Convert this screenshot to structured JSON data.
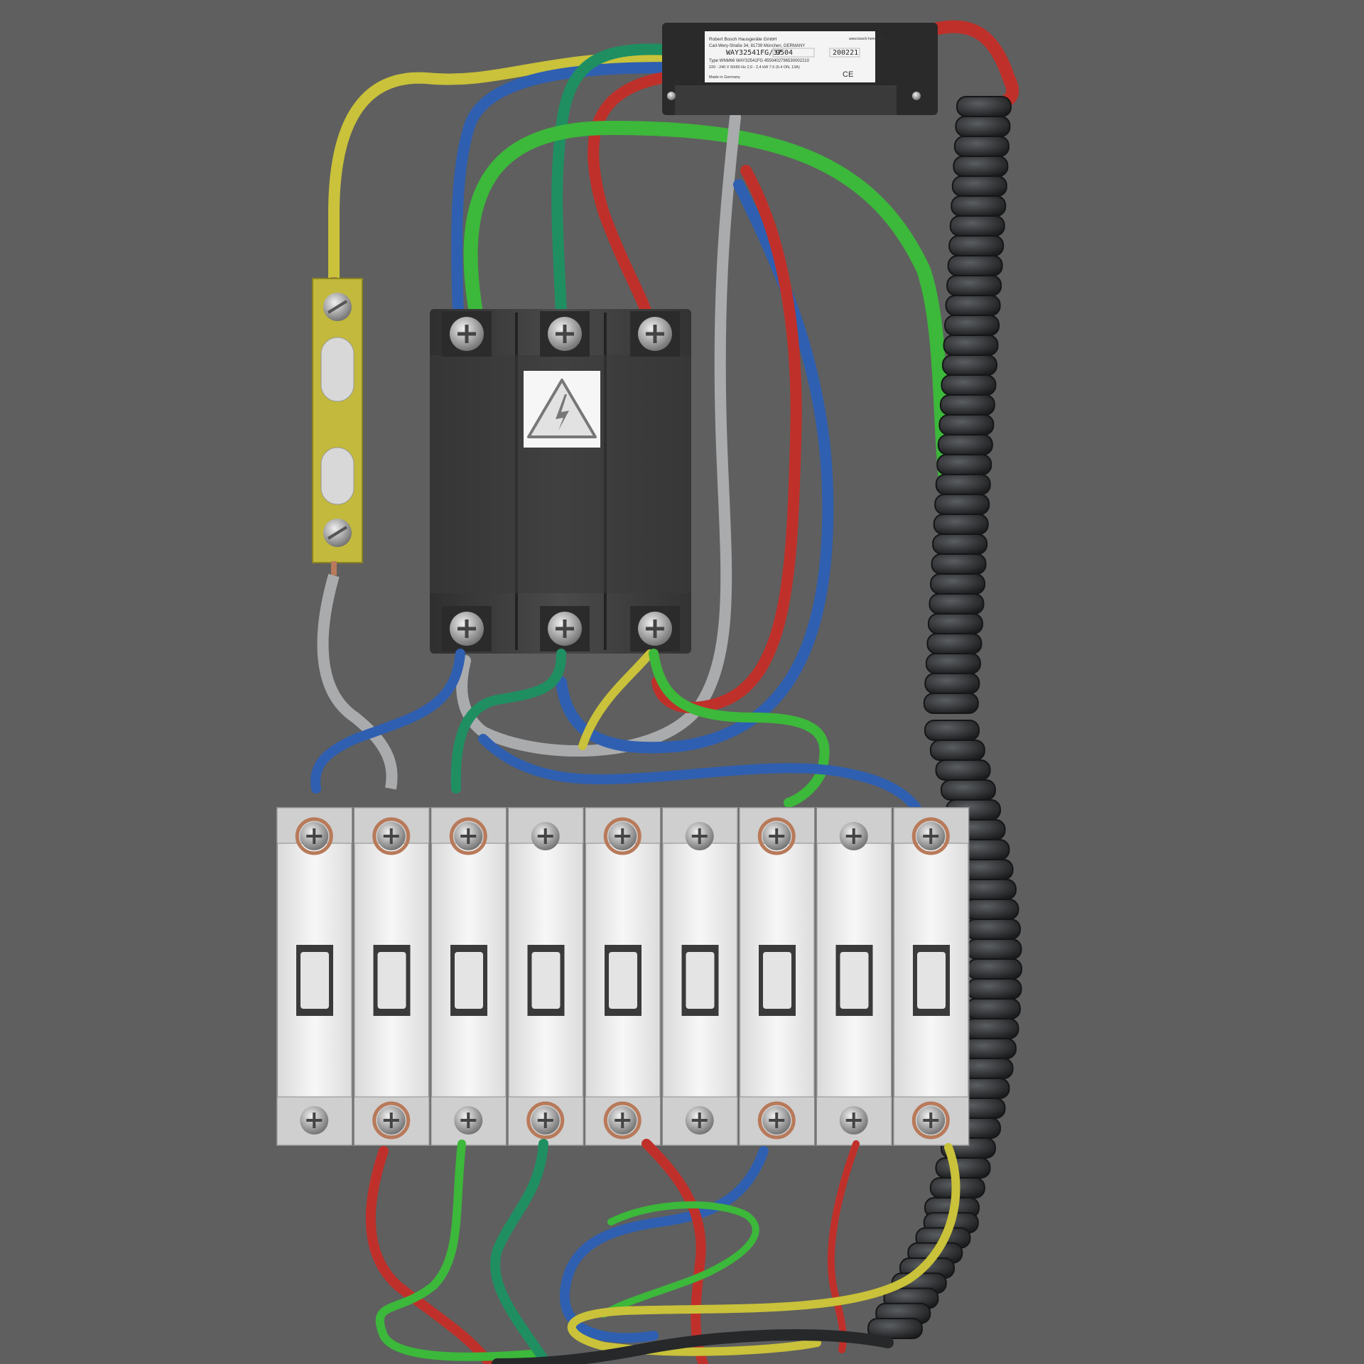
{
  "colors": {
    "background": "#5f5f5f",
    "wire_red": "#c0302a",
    "wire_blue": "#2f5fb0",
    "wire_green": "#3cb83a",
    "wire_teal": "#1f8f62",
    "wire_yellow": "#c9c23a",
    "wire_grey": "#a9abad",
    "breaker_body": "#f0f0f0",
    "contactor_body": "#3d3d3d",
    "conduit": "#2b2d2f",
    "terminal_block": "#c3b93c"
  },
  "rating_label": {
    "manufacturer": "Robert Bosch Hausgeräte GmbH",
    "address": "Carl-Wery-Straße 34, 81739 München, GERMANY",
    "website": "www.bosch-home.com",
    "model": "WAY32541FG/37",
    "fd": "9504",
    "serial": "200221",
    "type_line": "Type WNM66      WAY32541FG      4550402796530002210",
    "electrical": "220 - 240 V     50/60 Hz     2,0 - 2,4 kW     7.5 (6.4 ON, 13A)",
    "origin": "Made in Germany",
    "ce_mark": "CE"
  },
  "contactor": {
    "warning_icon": "high-voltage-warning-icon",
    "poles": 3
  },
  "breakers": {
    "count": 9
  }
}
